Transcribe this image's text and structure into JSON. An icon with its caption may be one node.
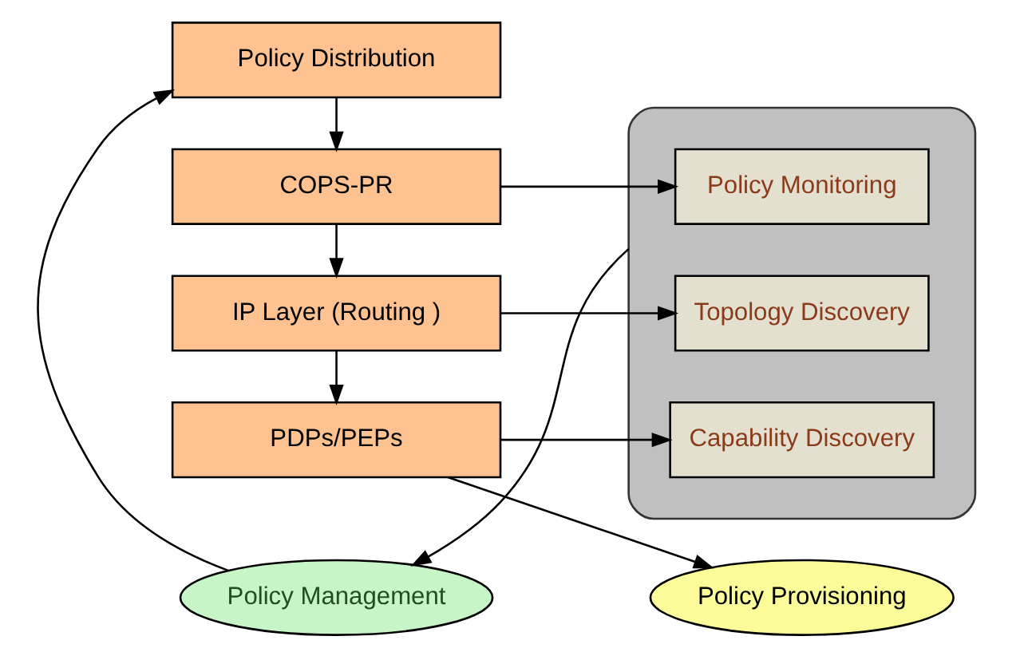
{
  "diagram": {
    "nodes": [
      {
        "text": [
          "Policy Distribution"
        ]
      },
      {
        "text": [
          "Policy Management"
        ]
      },
      {
        "text": [
          "COPS-PR"
        ]
      },
      {
        "text": [],
        "shape": "ellipse"
      },
      {
        "text": [
          "Policy Monitoring"
        ],
        "in": 3
      },
      {
        "text": [
          "Topology Discovery"
        ],
        "in": 3
      },
      {
        "text": [
          "IP Layer (Routing )"
        ]
      },
      {
        "text": [
          "Capability Discovery"
        ],
        "in": 3
      },
      {
        "text": [
          "Policy Provisioning"
        ]
      },
      {
        "text": [
          "PDPs/PEPs"
        ]
      }
    ],
    "edges": [
      {
        "from": 3,
        "to": 1,
        "arrow": "to"
      },
      {
        "from": 1,
        "to": 0,
        "arrow": "to"
      },
      {
        "from": 0,
        "to": 2,
        "arrow": "to"
      },
      {
        "from": 2,
        "to": 4,
        "arrow": "to"
      },
      {
        "from": 2,
        "to": 6,
        "arrow": "to"
      },
      {
        "from": 6,
        "to": 5,
        "arrow": "to"
      },
      {
        "from": 6,
        "to": 9,
        "arrow": "to"
      },
      {
        "from": 9,
        "to": 8,
        "arrow": "to"
      },
      {
        "from": 9,
        "to": 7,
        "arrow": "to"
      }
    ]
  }
}
